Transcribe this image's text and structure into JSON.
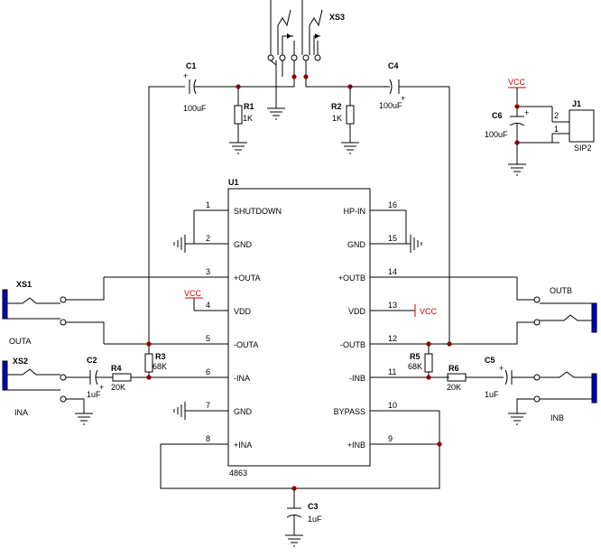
{
  "chip": {
    "ref": "U1",
    "part": "4863",
    "pins_left": [
      {
        "num": "1",
        "name": "SHUTDOWN"
      },
      {
        "num": "2",
        "name": "GND"
      },
      {
        "num": "3",
        "name": "+OUTA"
      },
      {
        "num": "4",
        "name": "VDD"
      },
      {
        "num": "5",
        "name": "-OUTA"
      },
      {
        "num": "6",
        "name": "-INA"
      },
      {
        "num": "7",
        "name": "GND"
      },
      {
        "num": "8",
        "name": "+INA"
      }
    ],
    "pins_right": [
      {
        "num": "16",
        "name": "HP-IN"
      },
      {
        "num": "15",
        "name": "GND"
      },
      {
        "num": "14",
        "name": "+OUTB"
      },
      {
        "num": "13",
        "name": "VDD"
      },
      {
        "num": "12",
        "name": "-OUTB"
      },
      {
        "num": "11",
        "name": "-INB"
      },
      {
        "num": "10",
        "name": "BYPASS"
      },
      {
        "num": "9",
        "name": "+INB"
      }
    ]
  },
  "components": {
    "c1": {
      "ref": "C1",
      "value": "100uF"
    },
    "c2": {
      "ref": "C2",
      "value": "1uF"
    },
    "c3": {
      "ref": "C3",
      "value": "1uF"
    },
    "c4": {
      "ref": "C4",
      "value": "100uF"
    },
    "c5": {
      "ref": "C5",
      "value": "1uF"
    },
    "c6": {
      "ref": "C6",
      "value": "100uF"
    },
    "r1": {
      "ref": "R1",
      "value": "1K"
    },
    "r2": {
      "ref": "R2",
      "value": "1K"
    },
    "r3": {
      "ref": "R3",
      "value": "68K"
    },
    "r4": {
      "ref": "R4",
      "value": "20K"
    },
    "r5": {
      "ref": "R5",
      "value": "68K"
    },
    "r6": {
      "ref": "R6",
      "value": "20K"
    }
  },
  "connectors": {
    "xs1": {
      "ref": "XS1",
      "label": "OUTA"
    },
    "xs2": {
      "ref": "XS2",
      "label": "INA"
    },
    "xs3": {
      "ref": "XS3"
    },
    "outb": {
      "label": "OUTB"
    },
    "inb": {
      "label": "INB"
    },
    "j1": {
      "ref": "J1",
      "part": "SIP2",
      "pin1": "1",
      "pin2": "2"
    }
  },
  "power": {
    "vcc": "VCC"
  },
  "signs": {
    "plus": "+"
  },
  "colors": {
    "wire": "#000000",
    "junction": "#8b0000",
    "vcc": "#cc0000",
    "pin_fill": "#ffffff"
  }
}
